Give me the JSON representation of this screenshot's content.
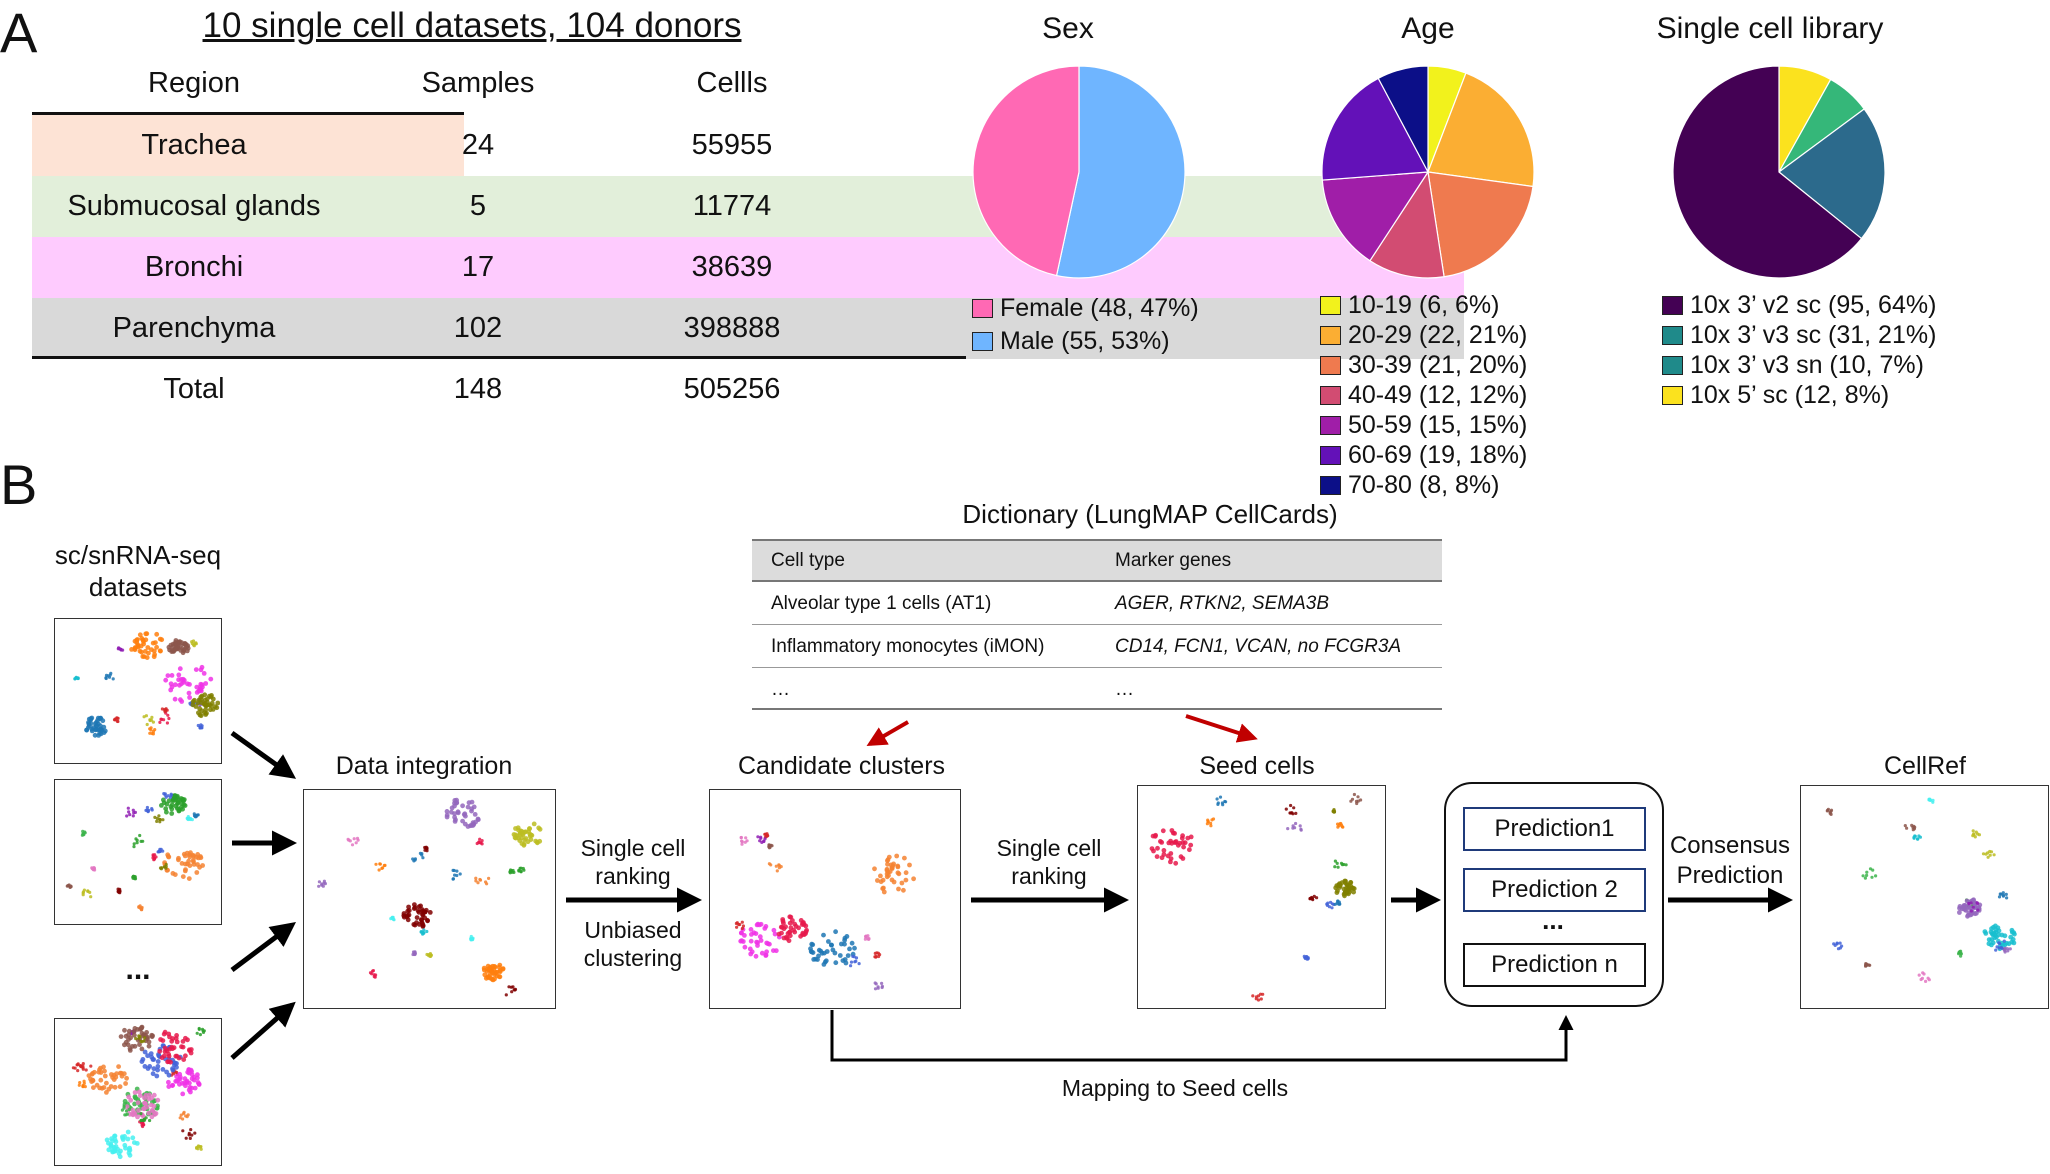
{
  "panelA": {
    "letter": "A",
    "title": "10 single cell datasets, 104 donors",
    "headers": [
      "Region",
      "Samples",
      "Cellls"
    ],
    "rows": [
      {
        "region": "Trachea",
        "samples": "24",
        "cells": "55955",
        "color": "#fde3d5"
      },
      {
        "region": "Submucosal glands",
        "samples": "5",
        "cells": "11774",
        "color": "#e2efda"
      },
      {
        "region": "Bronchi",
        "samples": "17",
        "cells": "38639",
        "color": "#fecbfe"
      },
      {
        "region": "Parenchyma",
        "samples": "102",
        "cells": "398888",
        "color": "#d9d9d9"
      }
    ],
    "total": {
      "region": "Total",
      "samples": "148",
      "cells": "505256"
    }
  },
  "pies": {
    "sex": {
      "title": "Sex",
      "slices": [
        {
          "label": "Female (48, 47%)",
          "value": 48,
          "color": "#ff69b4"
        },
        {
          "label": "Male (55, 53%)",
          "value": 55,
          "color": "#6fb5ff"
        }
      ]
    },
    "age": {
      "title": "Age",
      "slices": [
        {
          "label": "10-19 (6, 6%)",
          "value": 6,
          "color": "#f2f21c"
        },
        {
          "label": "20-29 (22, 21%)",
          "value": 22,
          "color": "#fbae33"
        },
        {
          "label": "30-39 (21, 20%)",
          "value": 21,
          "color": "#ef7a4f"
        },
        {
          "label": "40-49 (12, 12%)",
          "value": 12,
          "color": "#d24c72"
        },
        {
          "label": "50-59 (15, 15%)",
          "value": 15,
          "color": "#a01ea8"
        },
        {
          "label": "60-69 (19, 18%)",
          "value": 19,
          "color": "#6311b8"
        },
        {
          "label": "70-80 (8, 8%)",
          "value": 8,
          "color": "#0c0f88"
        }
      ]
    },
    "library": {
      "title": "Single cell library",
      "slices": [
        {
          "label": "10x 5’ sc (12, 8%)",
          "value": 12,
          "color": "#fbe21e",
          "legend_order": 3
        },
        {
          "label": "10x 3’ v3 sn (10, 7%)",
          "value": 10,
          "color": "#35b779",
          "legend_order": 2
        },
        {
          "label": "10x 3’ v3 sc (31, 21%)",
          "value": 31,
          "color": "#2c6a8c",
          "legend_order": 1
        },
        {
          "label": "10x 3’ v2 sc (95, 64%)",
          "value": 95,
          "color": "#440154",
          "legend_order": 0
        }
      ],
      "legend": [
        {
          "label": "10x 3’ v2 sc (95, 64%)",
          "color": "#440154"
        },
        {
          "label": "10x 3’ v3 sc (31, 21%)",
          "color": "#1f8a8a"
        },
        {
          "label": "10x 3’ v3 sn (10, 7%)",
          "color": "#1f8a8a"
        },
        {
          "label": "10x 5’ sc (12, 8%)",
          "color": "#fbe21e"
        }
      ]
    }
  },
  "panelB": {
    "letter": "B",
    "datasets_label_1": "sc/snRNA-seq",
    "datasets_label_2": "datasets",
    "ellipsis": "...",
    "integration_title": "Data integration",
    "step1_a": "Single cell",
    "step1_b": "ranking",
    "step1_c": "Unbiased",
    "step1_d": "clustering",
    "candidate_title": "Candidate clusters",
    "step2_a": "Single cell",
    "step2_b": "ranking",
    "seed_title": "Seed cells",
    "predictions": [
      "Prediction1",
      "Prediction 2",
      "Prediction n"
    ],
    "pred_dots": "...",
    "consensus_a": "Consensus",
    "consensus_b": "Prediction",
    "cellref_title": "CellRef",
    "mapping_label": "Mapping to Seed cells",
    "dictionary": {
      "title": "Dictionary (LungMAP CellCards)",
      "headers": [
        "Cell type",
        "Marker genes"
      ],
      "rows": [
        {
          "type": "Alveolar type 1 cells (AT1)",
          "markers": "AGER, RTKN2, SEMA3B"
        },
        {
          "type": "Inflammatory monocytes (iMON)",
          "markers": "CD14, FCN1, VCAN, no FCGR3A"
        },
        {
          "type": "…",
          "markers": "…"
        }
      ]
    }
  }
}
